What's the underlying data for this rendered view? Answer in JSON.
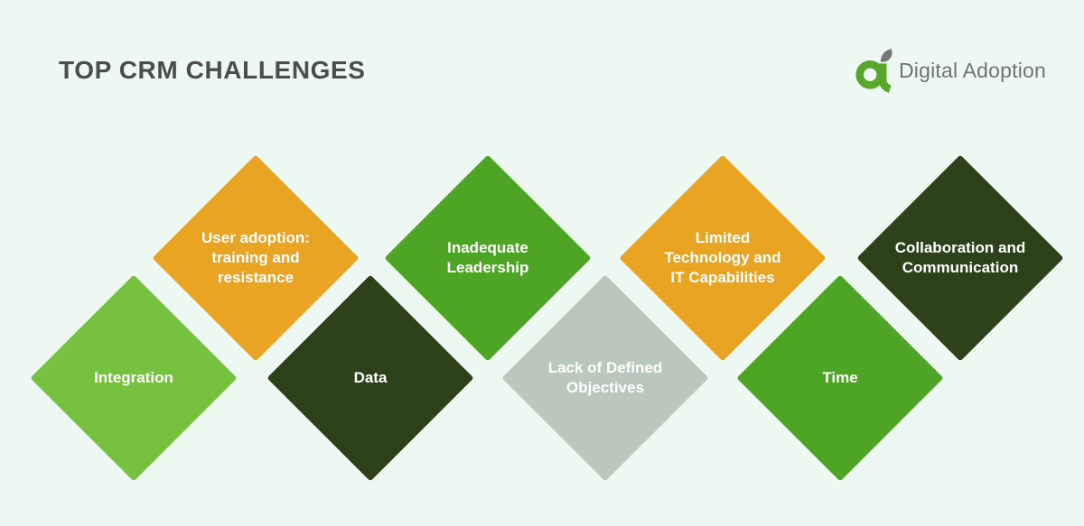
{
  "page": {
    "title": "TOP CRM CHALLENGES",
    "title_color": "#4D4E4B",
    "background_color": "#EDF8F2"
  },
  "logo": {
    "text": "Digital Adoption",
    "text_color": "#717275",
    "icon": "digital-adoption-a-icon",
    "icon_green": "#58A72A",
    "icon_gray": "#76777B"
  },
  "label_text_color": "#FFFFFF",
  "diamonds": [
    {
      "label": "Integration",
      "color": "#76C13F",
      "row": "bottom"
    },
    {
      "label": "User adoption: training and resistance",
      "color": "#E9A423",
      "row": "top"
    },
    {
      "label": "Data",
      "color": "#2D421B",
      "row": "bottom"
    },
    {
      "label": "Inadequate Leadership",
      "color": "#4EA525",
      "row": "top"
    },
    {
      "label": "Lack of Defined Objectives",
      "color": "#B9C7BC",
      "row": "bottom"
    },
    {
      "label": "Limited Technology and IT Capabilities",
      "color": "#E9A423",
      "row": "top"
    },
    {
      "label": "Time",
      "color": "#4EA525",
      "row": "bottom"
    },
    {
      "label": "Collaboration and Communication",
      "color": "#2D421B",
      "row": "top"
    }
  ]
}
